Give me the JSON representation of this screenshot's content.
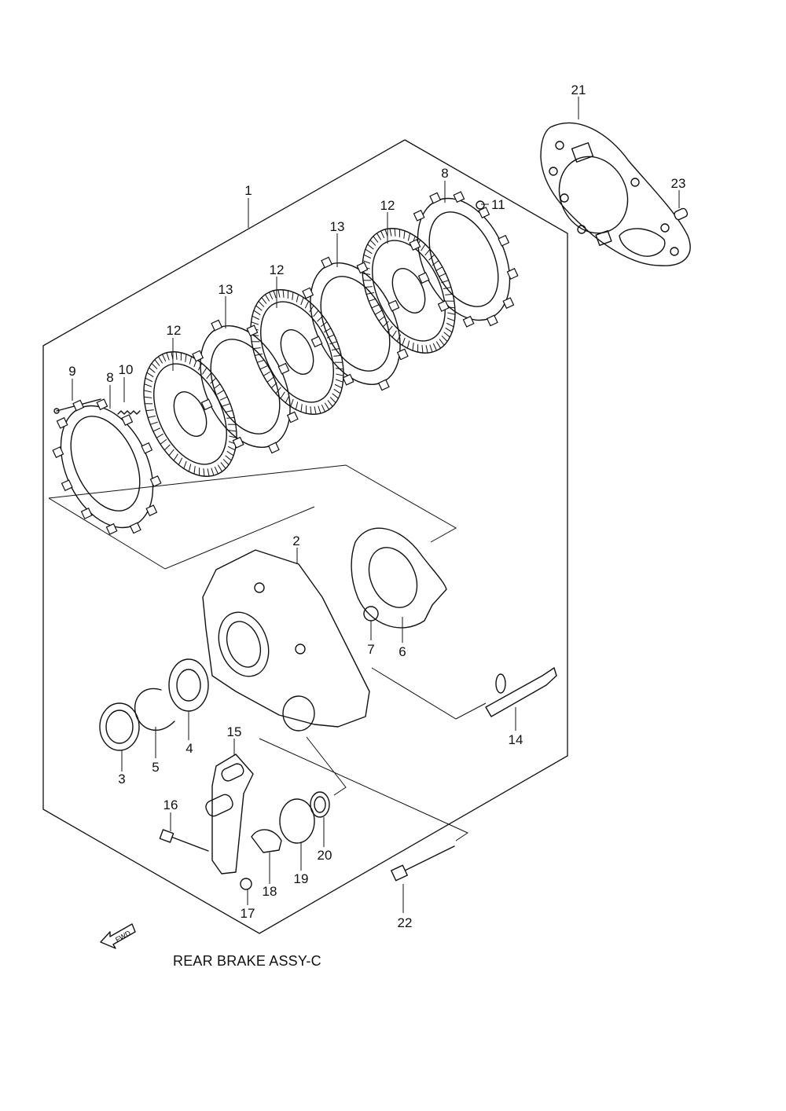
{
  "caption": "REAR BRAKE ASSY-C",
  "fwd_label": "FWD",
  "callouts": [
    {
      "id": "c1",
      "label": "1"
    },
    {
      "id": "c2",
      "label": "2"
    },
    {
      "id": "c3",
      "label": "3"
    },
    {
      "id": "c4",
      "label": "4"
    },
    {
      "id": "c5",
      "label": "5"
    },
    {
      "id": "c6",
      "label": "6"
    },
    {
      "id": "c7",
      "label": "7"
    },
    {
      "id": "c8a",
      "label": "8"
    },
    {
      "id": "c8b",
      "label": "8"
    },
    {
      "id": "c9",
      "label": "9"
    },
    {
      "id": "c10",
      "label": "10"
    },
    {
      "id": "c11",
      "label": "11"
    },
    {
      "id": "c12a",
      "label": "12"
    },
    {
      "id": "c12b",
      "label": "12"
    },
    {
      "id": "c12c",
      "label": "12"
    },
    {
      "id": "c13a",
      "label": "13"
    },
    {
      "id": "c13b",
      "label": "13"
    },
    {
      "id": "c14",
      "label": "14"
    },
    {
      "id": "c15",
      "label": "15"
    },
    {
      "id": "c16",
      "label": "16"
    },
    {
      "id": "c17",
      "label": "17"
    },
    {
      "id": "c18",
      "label": "18"
    },
    {
      "id": "c19",
      "label": "19"
    },
    {
      "id": "c20",
      "label": "20"
    },
    {
      "id": "c21",
      "label": "21"
    },
    {
      "id": "c22",
      "label": "22"
    },
    {
      "id": "c23",
      "label": "23"
    }
  ]
}
